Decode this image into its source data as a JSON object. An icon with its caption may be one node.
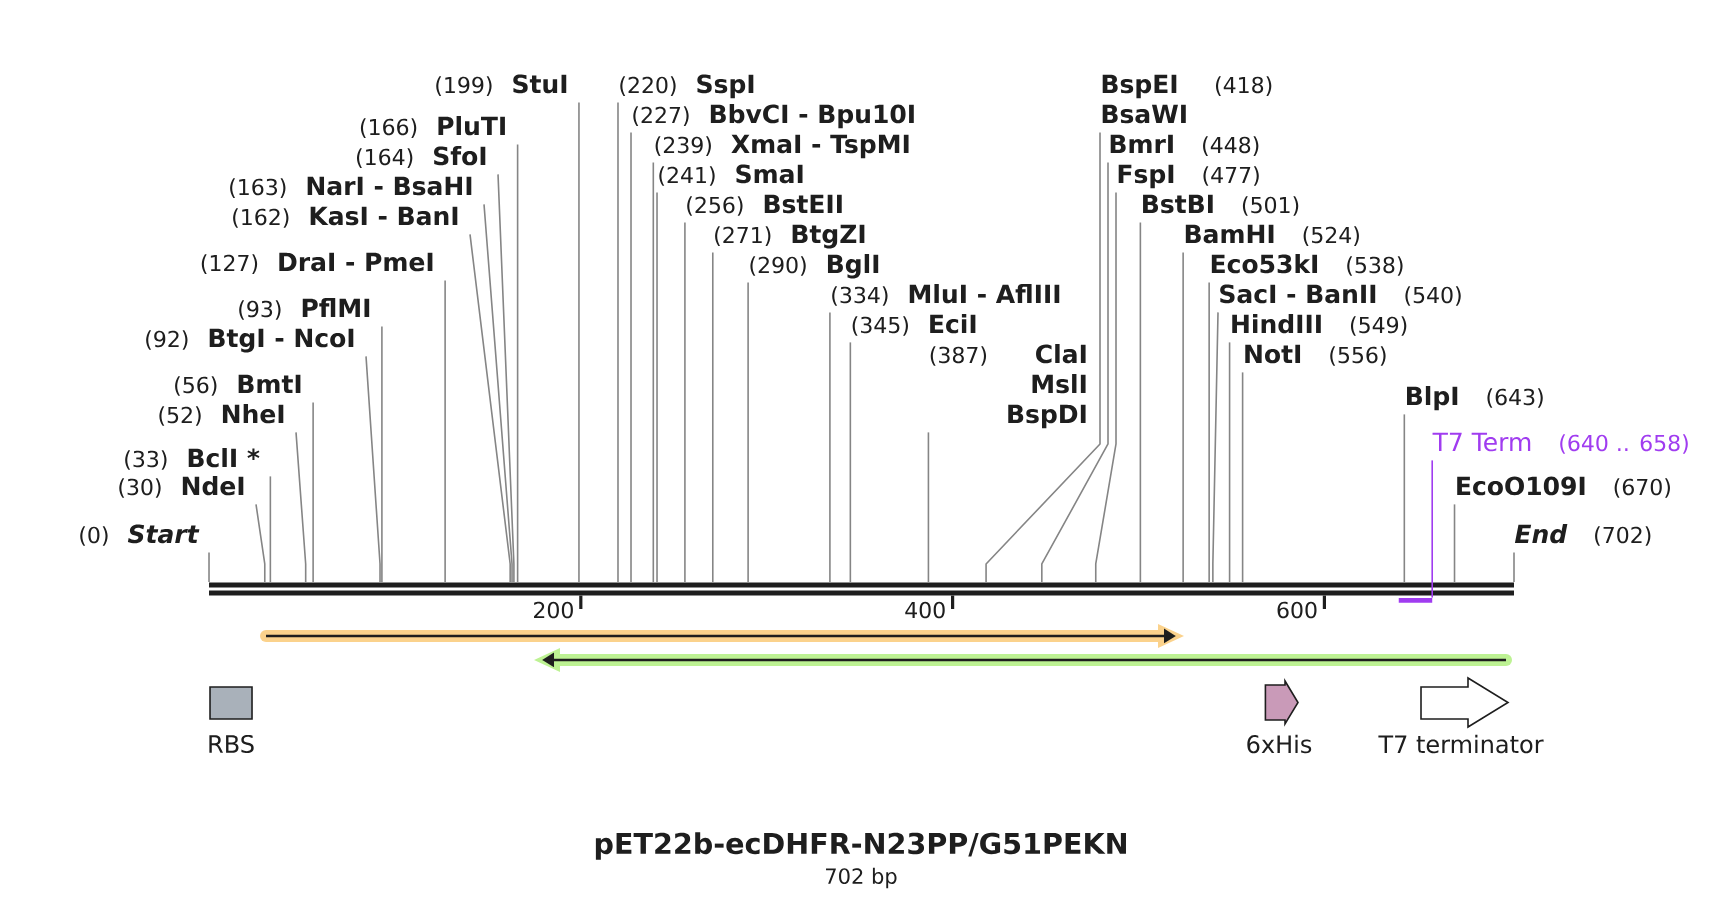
{
  "diagram": {
    "title": "pET22b-ecDHFR-N23PP/G51PEKN",
    "caption": "702 bp",
    "nodes": [
      {
        "text": [
          "(0)",
          "Start"
        ]
      },
      {
        "text": [
          "(30)",
          "NdeI"
        ]
      },
      {
        "text": [
          "(33)",
          "BclI *"
        ]
      },
      {
        "text": [
          "(52)",
          "NheI"
        ]
      },
      {
        "text": [
          "(56)",
          "BmtI"
        ]
      },
      {
        "text": [
          "(92)",
          "BtgI - NcoI"
        ]
      },
      {
        "text": [
          "(93)",
          "PflMI"
        ]
      },
      {
        "text": [
          "(127)",
          "DraI - PmeI"
        ]
      },
      {
        "text": [
          "(162)",
          "KasI - BanI"
        ]
      },
      {
        "text": [
          "(163)",
          "NarI - BsaHI"
        ]
      },
      {
        "text": [
          "(164)",
          "SfoI"
        ]
      },
      {
        "text": [
          "(166)",
          "PluTI"
        ]
      },
      {
        "text": [
          "(199)",
          "StuI"
        ]
      },
      {
        "text": [
          "(220)",
          "SspI"
        ]
      },
      {
        "text": [
          "(227)",
          "BbvCI - Bpu10I"
        ]
      },
      {
        "text": [
          "(239)",
          "XmaI - TspMI"
        ]
      },
      {
        "text": [
          "(241)",
          "SmaI"
        ]
      },
      {
        "text": [
          "(256)",
          "BstEII"
        ]
      },
      {
        "text": [
          "(271)",
          "BtgZI"
        ]
      },
      {
        "text": [
          "(290)",
          "BglI"
        ]
      },
      {
        "text": [
          "(334)",
          "MluI - AflIII"
        ]
      },
      {
        "text": [
          "(345)",
          "EciI"
        ]
      },
      {
        "text": [
          "(387)",
          "ClaI",
          "MslI",
          "BspDI"
        ]
      },
      {
        "text": [
          "BspEI",
          "(418)",
          "BsaWI"
        ]
      },
      {
        "text": [
          "BmrI",
          "(448)"
        ]
      },
      {
        "text": [
          "FspI",
          "(477)"
        ]
      },
      {
        "text": [
          "BstBI",
          "(501)"
        ]
      },
      {
        "text": [
          "BamHI",
          "(524)"
        ]
      },
      {
        "text": [
          "Eco53kI",
          "(538)"
        ]
      },
      {
        "text": [
          "SacI - BanII",
          "(540)"
        ]
      },
      {
        "text": [
          "HindIII",
          "(549)"
        ]
      },
      {
        "text": [
          "NotI",
          "(556)"
        ]
      },
      {
        "text": [
          "T7 Term",
          "(640 .. 658)"
        ]
      },
      {
        "text": [
          "BlpI",
          "(643)"
        ]
      },
      {
        "text": [
          "EcoO109I",
          "(670)"
        ]
      },
      {
        "text": [
          "End",
          "(702)"
        ]
      },
      {
        "text": [],
        "shape": "bar"
      },
      {
        "text": [],
        "shape": "bar"
      },
      {
        "text": [],
        "shape": "arrow"
      },
      {
        "text": [],
        "shape": "arrow"
      },
      {
        "text": [
          "RBS"
        ]
      },
      {
        "text": [
          "6xHis"
        ]
      },
      {
        "text": [
          "T7 terminator"
        ]
      }
    ],
    "edges": [
      {
        "from": 0,
        "to": 36,
        "arrow": "none"
      },
      {
        "from": 1,
        "to": 36,
        "arrow": "none"
      },
      {
        "from": 2,
        "to": 36,
        "arrow": "none"
      },
      {
        "from": 3,
        "to": 36,
        "arrow": "none"
      },
      {
        "from": 4,
        "to": 36,
        "arrow": "none"
      },
      {
        "from": 5,
        "to": 36,
        "arrow": "none"
      },
      {
        "from": 6,
        "to": 36,
        "arrow": "none"
      },
      {
        "from": 7,
        "to": 36,
        "arrow": "none"
      },
      {
        "from": 8,
        "to": 36,
        "arrow": "none"
      },
      {
        "from": 9,
        "to": 36,
        "arrow": "none"
      },
      {
        "from": 10,
        "to": 36,
        "arrow": "none"
      },
      {
        "from": 11,
        "to": 36,
        "arrow": "none"
      },
      {
        "from": 12,
        "to": 36,
        "arrow": "none"
      },
      {
        "from": 13,
        "to": 36,
        "arrow": "none"
      },
      {
        "from": 14,
        "to": 36,
        "arrow": "none"
      },
      {
        "from": 15,
        "to": 36,
        "arrow": "none"
      },
      {
        "from": 16,
        "to": 36,
        "arrow": "none"
      },
      {
        "from": 17,
        "to": 36,
        "arrow": "none"
      },
      {
        "from": 18,
        "to": 36,
        "arrow": "none"
      },
      {
        "from": 19,
        "to": 36,
        "arrow": "none"
      },
      {
        "from": 20,
        "to": 36,
        "arrow": "none"
      },
      {
        "from": 21,
        "to": 36,
        "arrow": "none"
      },
      {
        "from": 22,
        "to": 36,
        "arrow": "none"
      },
      {
        "from": 23,
        "to": 36,
        "arrow": "none"
      },
      {
        "from": 24,
        "to": 36,
        "arrow": "none"
      },
      {
        "from": 25,
        "to": 36,
        "arrow": "none"
      },
      {
        "from": 26,
        "to": 36,
        "arrow": "none"
      },
      {
        "from": 27,
        "to": 36,
        "arrow": "none"
      },
      {
        "from": 28,
        "to": 36,
        "arrow": "none"
      },
      {
        "from": 29,
        "to": 36,
        "arrow": "none"
      },
      {
        "from": 30,
        "to": 36,
        "arrow": "none"
      },
      {
        "from": 31,
        "to": 36,
        "arrow": "none"
      },
      {
        "from": 32,
        "to": 37,
        "arrow": "none",
        "color": "#a03cf0"
      },
      {
        "from": 33,
        "to": 36,
        "arrow": "none"
      },
      {
        "from": 34,
        "to": 36,
        "arrow": "none"
      },
      {
        "from": 35,
        "to": 36,
        "arrow": "none"
      }
    ],
    "labels": [
      "200",
      "400",
      "600"
    ]
  }
}
